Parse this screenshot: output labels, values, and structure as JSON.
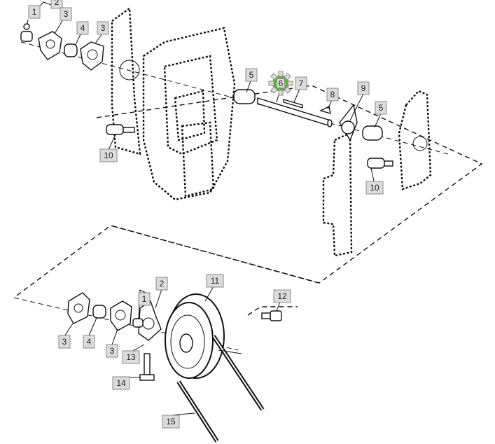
{
  "callouts": [
    {
      "label": "1",
      "highlight": false
    },
    {
      "label": "2",
      "highlight": false
    },
    {
      "label": "3",
      "highlight": false
    },
    {
      "label": "4",
      "highlight": false
    },
    {
      "label": "3",
      "highlight": false
    },
    {
      "label": "5",
      "highlight": false
    },
    {
      "label": "6",
      "highlight": true
    },
    {
      "label": "7",
      "highlight": false
    },
    {
      "label": "8",
      "highlight": false
    },
    {
      "label": "9",
      "highlight": false
    },
    {
      "label": "5",
      "highlight": false
    },
    {
      "label": "10",
      "highlight": false
    },
    {
      "label": "10",
      "highlight": false
    },
    {
      "label": "11",
      "highlight": false
    },
    {
      "label": "12",
      "highlight": false
    },
    {
      "label": "1",
      "highlight": false
    },
    {
      "label": "2",
      "highlight": false
    },
    {
      "label": "3",
      "highlight": false
    },
    {
      "label": "4",
      "highlight": false
    },
    {
      "label": "3",
      "highlight": false
    },
    {
      "label": "13",
      "highlight": false
    },
    {
      "label": "14",
      "highlight": false
    },
    {
      "label": "15",
      "highlight": false
    }
  ],
  "colors": {
    "highlight": "#5cb531",
    "callout_fill": "#dcdcdc",
    "line": "#111111"
  },
  "icons": {
    "highlight_marker": "gear-icon"
  }
}
